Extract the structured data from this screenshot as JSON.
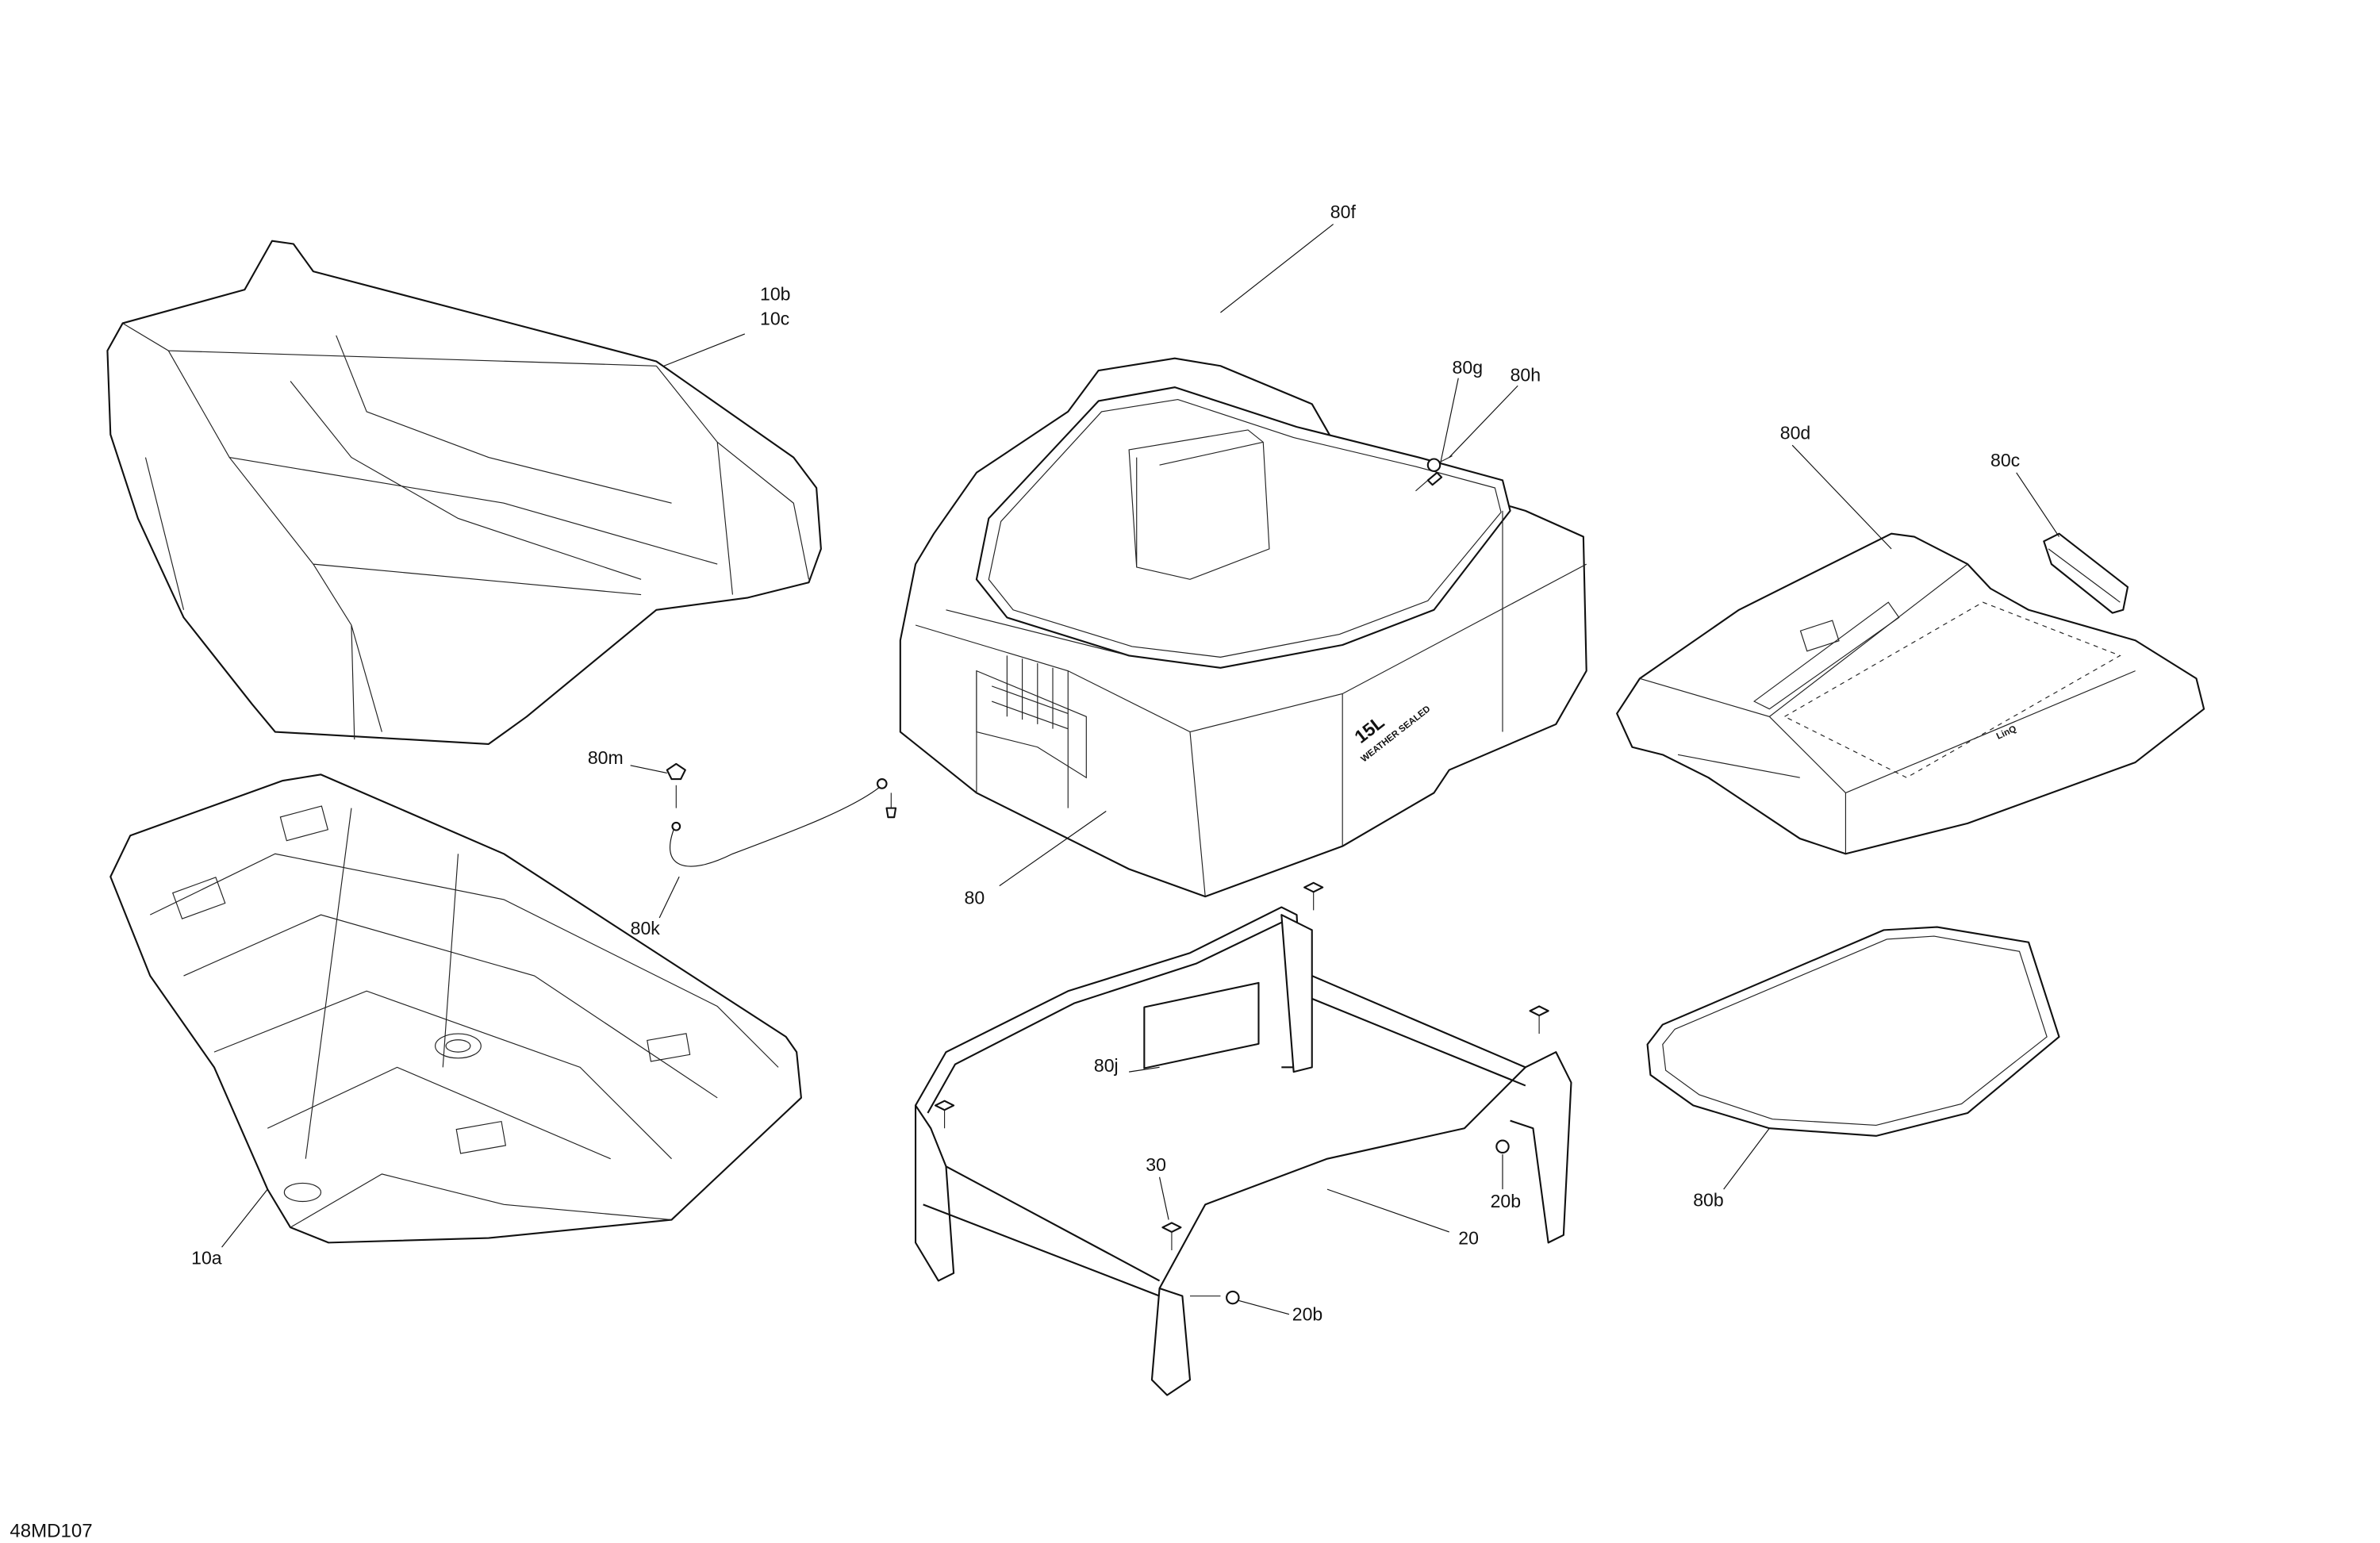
{
  "diagram": {
    "drawing_code": "48MD107",
    "callouts": {
      "c80f": "80f",
      "c10b": "10b",
      "c10c": "10c",
      "c80g": "80g",
      "c80h": "80h",
      "c80d": "80d",
      "c80c": "80c",
      "c80m": "80m",
      "c80k": "80k",
      "c80": "80",
      "c80j": "80j",
      "c30": "30",
      "c20b_upper": "20b",
      "c20": "20",
      "c20b_lower": "20b",
      "c80b": "80b",
      "c10a": "10a"
    },
    "box_markings": {
      "capacity": "15L",
      "sealed": "WEATHER SEALED"
    },
    "lid_marking": "LinQ"
  }
}
